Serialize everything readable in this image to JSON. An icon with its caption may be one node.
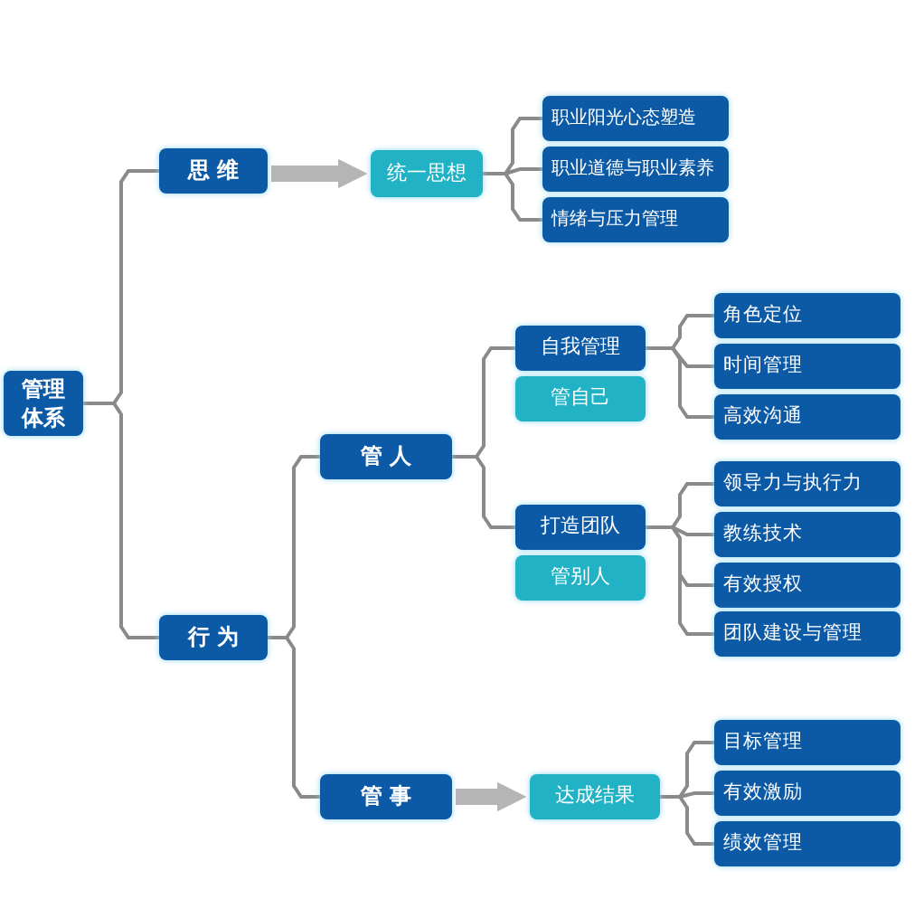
{
  "diagram": {
    "nodes": [
      {
        "text": [
          "管理体系"
        ]
      },
      {
        "text": [
          "思 维"
        ]
      },
      {
        "text": [
          "统一思想"
        ]
      },
      {
        "text": [
          "职业阳光心态塑造"
        ]
      },
      {
        "text": [
          "职业道德与职业素养"
        ]
      },
      {
        "text": [
          "情绪与压力管理"
        ]
      },
      {
        "text": [
          "管 人"
        ]
      },
      {
        "text": [
          "自我管理"
        ]
      },
      {
        "text": [
          "管自己"
        ]
      },
      {
        "text": [
          "角色定位"
        ]
      },
      {
        "text": [
          "时间管理"
        ]
      },
      {
        "text": [
          "高效沟通"
        ]
      },
      {
        "text": [
          "打造团队"
        ]
      },
      {
        "text": [
          "管别人"
        ]
      },
      {
        "text": [
          "领导力与执行力"
        ]
      },
      {
        "text": [
          "教练技术"
        ]
      },
      {
        "text": [
          "有效授权"
        ]
      },
      {
        "text": [
          "团队建设与管理"
        ]
      },
      {
        "text": [
          "行 为"
        ]
      },
      {
        "text": [
          "管 事"
        ]
      },
      {
        "text": [
          "达成结果"
        ]
      },
      {
        "text": [
          "目标管理"
        ]
      },
      {
        "text": [
          "有效激励"
        ]
      },
      {
        "text": [
          "绩效管理"
        ]
      }
    ],
    "edges": [
      {
        "from": 0,
        "to": 1,
        "arrow": "none"
      },
      {
        "from": 0,
        "to": 18,
        "arrow": "none"
      },
      {
        "from": 1,
        "to": 2,
        "arrow": "to",
        "style": "thick"
      },
      {
        "from": 2,
        "to": 3,
        "arrow": "none"
      },
      {
        "from": 2,
        "to": 4,
        "arrow": "none"
      },
      {
        "from": 2,
        "to": 5,
        "arrow": "none"
      },
      {
        "from": 18,
        "to": 6,
        "arrow": "none"
      },
      {
        "from": 18,
        "to": 19,
        "arrow": "none"
      },
      {
        "from": 6,
        "to": 7,
        "arrow": "none"
      },
      {
        "from": 6,
        "to": 12,
        "arrow": "none"
      },
      {
        "from": 7,
        "to": 9,
        "arrow": "none"
      },
      {
        "from": 7,
        "to": 10,
        "arrow": "none"
      },
      {
        "from": 7,
        "to": 11,
        "arrow": "none"
      },
      {
        "from": 12,
        "to": 14,
        "arrow": "none"
      },
      {
        "from": 12,
        "to": 15,
        "arrow": "none"
      },
      {
        "from": 12,
        "to": 16,
        "arrow": "none"
      },
      {
        "from": 12,
        "to": 17,
        "arrow": "none"
      },
      {
        "from": 19,
        "to": 20,
        "arrow": "to",
        "style": "thick"
      },
      {
        "from": 20,
        "to": 21,
        "arrow": "none"
      },
      {
        "from": 20,
        "to": 22,
        "arrow": "none"
      },
      {
        "from": 20,
        "to": 23,
        "arrow": "none"
      }
    ]
  }
}
